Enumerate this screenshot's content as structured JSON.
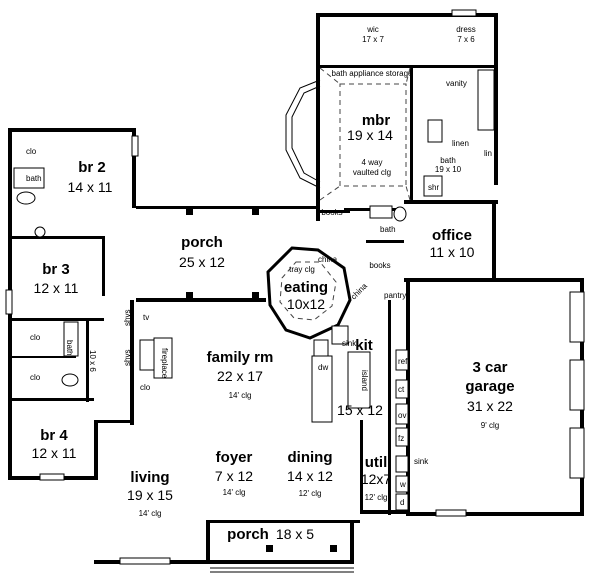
{
  "rooms": {
    "wic": {
      "name": "wic",
      "dims": "17 x 7"
    },
    "dress": {
      "name": "dress",
      "dims": "7 x 6"
    },
    "storage": {
      "label": "bath appliance storage"
    },
    "vanity": {
      "label": "vanity"
    },
    "mbr": {
      "name": "mbr",
      "dims": "19 x 14",
      "note1": "4 way",
      "note2": "vaulted clg"
    },
    "mbath": {
      "name": "bath",
      "dims": "19 x 10"
    },
    "linen": {
      "label": "linen"
    },
    "lin": {
      "label": "lin"
    },
    "shr": {
      "label": "shr"
    },
    "br2": {
      "name": "br 2",
      "dims": "14 x 11"
    },
    "br2clo": {
      "label": "clo"
    },
    "bath1": {
      "label": "bath"
    },
    "br3": {
      "name": "br 3",
      "dims": "12 x 11"
    },
    "clo1": {
      "label": "clo"
    },
    "clo2": {
      "label": "clo"
    },
    "bath2": {
      "label": "bath"
    },
    "hall": {
      "label": "10 x 6"
    },
    "br4": {
      "name": "br 4",
      "dims": "12 x 11"
    },
    "porch_rear": {
      "name": "porch",
      "dims": "25 x 12"
    },
    "books1": {
      "label": "books"
    },
    "books2": {
      "label": "books"
    },
    "bath3": {
      "label": "bath"
    },
    "office": {
      "name": "office",
      "dims": "11 x 10"
    },
    "eating": {
      "name": "eating",
      "dims": "10x12",
      "note": "tray clg"
    },
    "china1": {
      "label": "china"
    },
    "china2": {
      "label": "china"
    },
    "pantry": {
      "label": "pantry"
    },
    "tv": {
      "label": "tv"
    },
    "shvs1": {
      "label": "shvs"
    },
    "shvs2": {
      "label": "shvs"
    },
    "clo3": {
      "label": "clo"
    },
    "fireplace": {
      "label": "fireplace"
    },
    "family": {
      "name": "family rm",
      "dims": "22 x 17",
      "note": "14' clg"
    },
    "sink": {
      "label": "sink"
    },
    "dw": {
      "label": "dw"
    },
    "island": {
      "label": "island"
    },
    "kit": {
      "name": "kit",
      "dims": "15 x 12"
    },
    "garage": {
      "name1": "3 car",
      "name2": "garage",
      "dims": "31 x 22",
      "note": "9' clg"
    },
    "ref": {
      "label": "ref"
    },
    "ct": {
      "label": "ct"
    },
    "ov": {
      "label": "ov"
    },
    "fz": {
      "label": "fz"
    },
    "w": {
      "label": "w"
    },
    "d": {
      "label": "d"
    },
    "util_sink": {
      "label": "sink"
    },
    "util": {
      "name": "util",
      "dims": "12x7",
      "note": "12' clg"
    },
    "living": {
      "name": "living",
      "dims": "19 x 15",
      "note": "14' clg"
    },
    "foyer": {
      "name": "foyer",
      "dims": "7 x 12",
      "note": "14' clg"
    },
    "dining": {
      "name": "dining",
      "dims": "14 x 12",
      "note": "12' clg"
    },
    "porch_front": {
      "name": "porch",
      "dims": "18 x 5"
    }
  }
}
